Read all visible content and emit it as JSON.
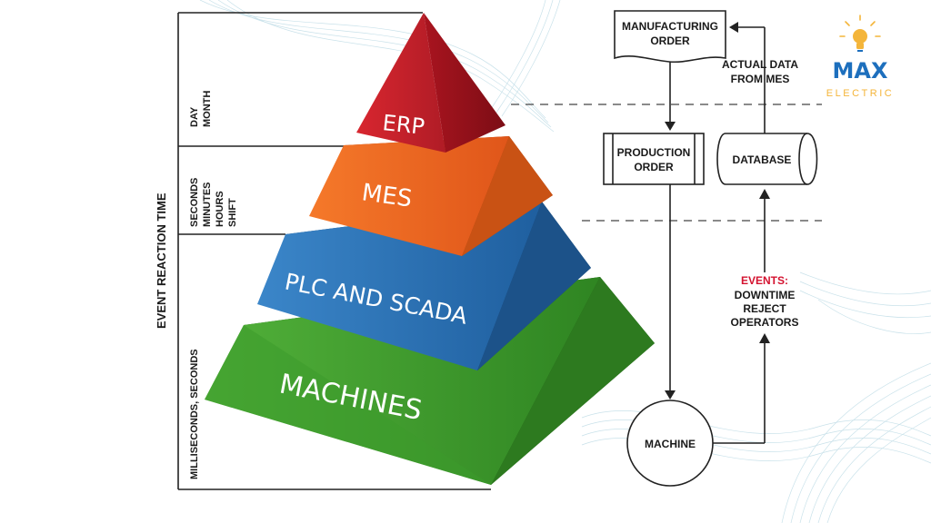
{
  "axis": {
    "title": "EVENT REACTION TIME",
    "band1": [
      "DAY",
      "MONTH"
    ],
    "band2": [
      "SECONDS",
      "MINUTES",
      "HOURS",
      "SHIFT"
    ],
    "band3": "MILLISECONDS, SECONDS"
  },
  "pyramid": {
    "erp": "ERP",
    "mes": "MES",
    "plc": "PLC AND SCADA",
    "machines": "MACHINES"
  },
  "flow": {
    "manufacturing_order": [
      "MANUFACTURING",
      "ORDER"
    ],
    "actual_data": [
      "ACTUAL DATA",
      "FROM MES"
    ],
    "production_order": [
      "PRODUCTION",
      "ORDER"
    ],
    "database": "DATABASE",
    "events_title": "EVENTS:",
    "events_items": [
      "DOWNTIME",
      "REJECT",
      "OPERATORS"
    ],
    "machine": "MACHINE"
  },
  "logo": {
    "line1": "MAX",
    "line2": "ELECTRIC"
  },
  "colors": {
    "erp": "#b8202b",
    "mes": "#ee6a1f",
    "plc": "#2b73b8",
    "machines": "#3f9a2c",
    "events": "#d4122f",
    "logo_blue": "#1d6fbd",
    "logo_yellow": "#f4b53a"
  }
}
